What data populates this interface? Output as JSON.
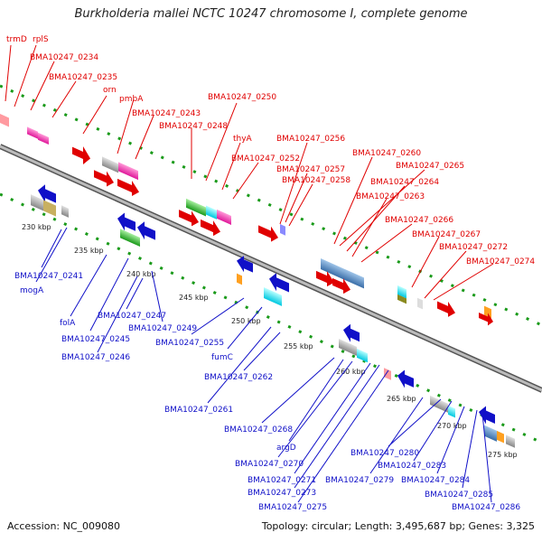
{
  "title": "Burkholderia mallei NCTC 10247 chromosome I, complete genome",
  "footer": {
    "accession": "Accession: NC_009080",
    "summary": "Topology: circular; Length: 3,495,687 bp; Genes: 3,325"
  },
  "scale_labels": [
    "230 kbp",
    "235 kbp",
    "240 kbp",
    "245 kbp",
    "250 kbp",
    "255 kbp",
    "260 kbp",
    "265 kbp",
    "270 kbp",
    "275 kbp"
  ],
  "top_labels": [
    "trmD",
    "rplS",
    "BMA10247_0234",
    "BMA10247_0235",
    "orn",
    "pmbA",
    "BMA10247_0243",
    "BMA10247_0250",
    "BMA10247_0248",
    "thyA",
    "BMA10247_0256",
    "BMA10247_0252",
    "BMA10247_0257",
    "BMA10247_0260",
    "BMA10247_0258",
    "BMA10247_0265",
    "BMA10247_0264",
    "BMA10247_0263",
    "BMA10247_0266",
    "BMA10247_0267",
    "BMA10247_0272",
    "BMA10247_0274"
  ],
  "bottom_labels": [
    "BMA10247_0241",
    "mogA",
    "folA",
    "BMA10247_0247",
    "BMA10247_0245",
    "BMA10247_0249",
    "BMA10247_0246",
    "BMA10247_0255",
    "fumC",
    "BMA10247_0262",
    "BMA10247_0261",
    "BMA10247_0268",
    "argD",
    "BMA10247_0270",
    "BMA10247_0280",
    "BMA10247_0283",
    "BMA10247_0271",
    "BMA10247_0279",
    "BMA10247_0284",
    "BMA10247_0273",
    "BMA10247_0285",
    "BMA10247_0275",
    "BMA10247_0286"
  ],
  "colors": {
    "forward": "#e00000",
    "reverse": "#1010c8",
    "backbone": "#888888",
    "tick": "#1a9a1a"
  }
}
